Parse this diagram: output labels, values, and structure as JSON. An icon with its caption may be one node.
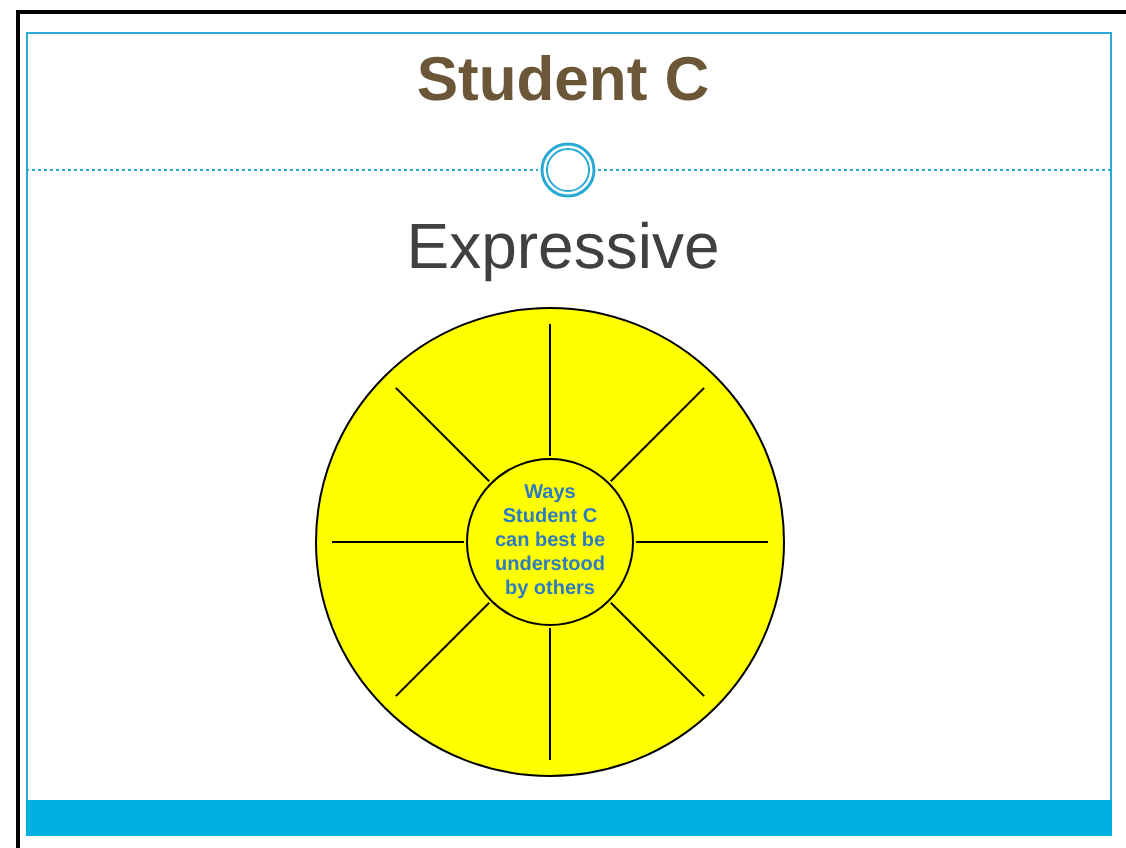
{
  "diagram": {
    "title": "Student C",
    "nodes": [
      {
        "text": [],
        "shape": "circle"
      },
      {
        "text": [
          "Ways Student C can best be understood by others"
        ],
        "in": 0
      }
    ],
    "labels": [
      "Expressive"
    ]
  }
}
